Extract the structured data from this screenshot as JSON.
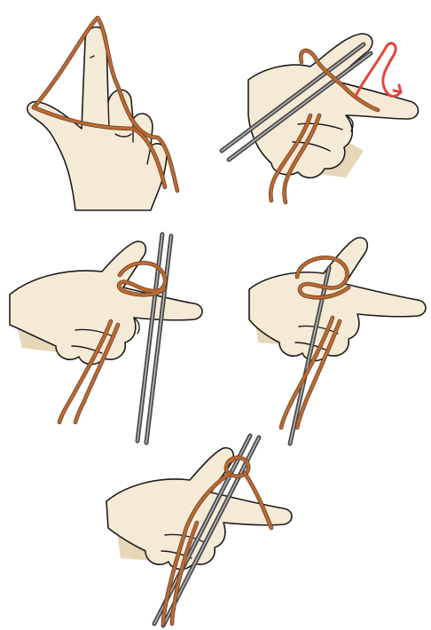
{
  "colors": {
    "skin": "#f5ead6",
    "skin_shade": "#e8d6b8",
    "yarn": "#b86a35",
    "needle": "#4a4a4a",
    "arrow": "#e0473a",
    "outline": "#1c1c1c"
  },
  "steps": [
    {
      "id": 1,
      "depicts": "left-hand-with-yarn-looped-over-thumb-and-index"
    },
    {
      "id": 2,
      "depicts": "needles-inserted-under-thumb-loop-with-direction-arrow"
    },
    {
      "id": 3,
      "depicts": "needle-catching-yarn-from-index-finger"
    },
    {
      "id": 4,
      "depicts": "drawing-yarn-through-thumb-loop"
    },
    {
      "id": 5,
      "depicts": "stitch-tightened-on-needle"
    }
  ]
}
